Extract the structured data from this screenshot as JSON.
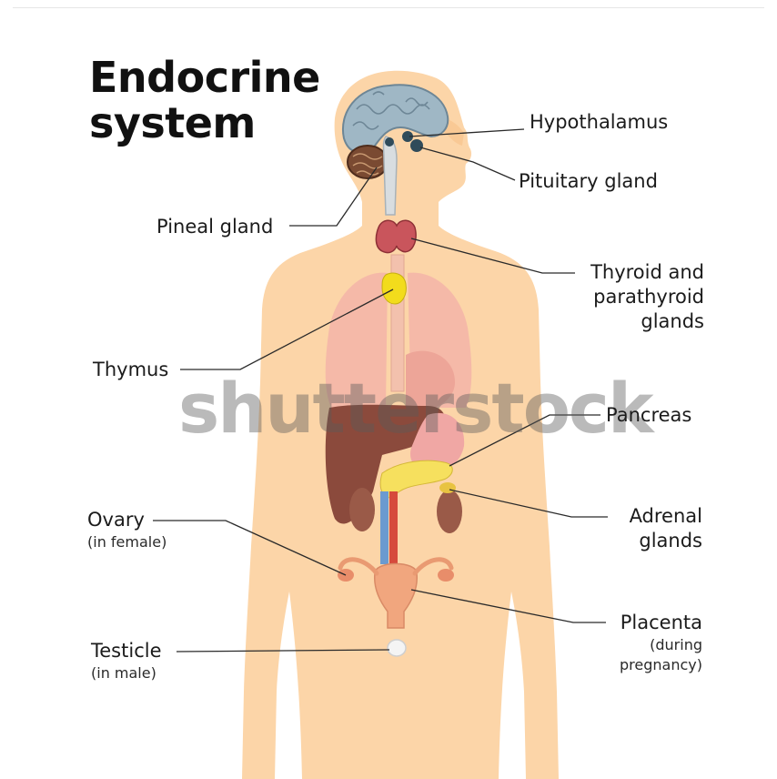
{
  "title": {
    "line1": "Endocrine",
    "line2": "system"
  },
  "labels": {
    "hypothalamus": "Hypothalamus",
    "pituitary": "Pituitary gland",
    "pineal": "Pineal gland",
    "thyroid_1": "Thyroid and",
    "thyroid_2": "parathyroid",
    "thyroid_3": "glands",
    "thymus": "Thymus",
    "pancreas": "Pancreas",
    "ovary": "Ovary",
    "ovary_sub": "(in female)",
    "adrenal_1": "Adrenal",
    "adrenal_2": "glands",
    "placenta": "Placenta",
    "placenta_sub_1": "(during",
    "placenta_sub_2": "pregnancy)",
    "testicle": "Testicle",
    "testicle_sub": "(in male)"
  },
  "watermark": "shutterstock",
  "colors": {
    "skin": "#fcd5a8",
    "brain": "#9fb7c5",
    "thyroid": "#c9555c",
    "thymus": "#f2dc1c",
    "liver": "#8b4a3c",
    "pancreas": "#f6e05e",
    "lungs": "#f3b4a8",
    "uterus": "#f1a67e"
  }
}
